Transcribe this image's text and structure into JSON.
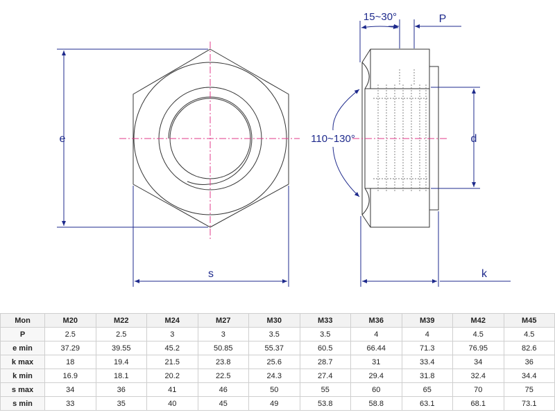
{
  "drawing": {
    "labels": {
      "e": "e",
      "s": "s",
      "angle_top": "15~30°",
      "pitch": "P",
      "angle_side": "110~130°",
      "d": "d",
      "k": "k"
    },
    "colors": {
      "outline": "#333333",
      "dimension": "#1e2a8c",
      "centerline": "#e0388a"
    }
  },
  "table": {
    "header": [
      "Mon",
      "M20",
      "M22",
      "M24",
      "M27",
      "M30",
      "M33",
      "M36",
      "M39",
      "M42",
      "M45"
    ],
    "rows": [
      [
        "P",
        "2.5",
        "2.5",
        "3",
        "3",
        "3.5",
        "3.5",
        "4",
        "4",
        "4.5",
        "4.5"
      ],
      [
        "e min",
        "37.29",
        "39.55",
        "45.2",
        "50.85",
        "55.37",
        "60.5",
        "66.44",
        "71.3",
        "76.95",
        "82.6"
      ],
      [
        "k max",
        "18",
        "19.4",
        "21.5",
        "23.8",
        "25.6",
        "28.7",
        "31",
        "33.4",
        "34",
        "36"
      ],
      [
        "k min",
        "16.9",
        "18.1",
        "20.2",
        "22.5",
        "24.3",
        "27.4",
        "29.4",
        "31.8",
        "32.4",
        "34.4"
      ],
      [
        "s max",
        "34",
        "36",
        "41",
        "46",
        "50",
        "55",
        "60",
        "65",
        "70",
        "75"
      ],
      [
        "s min",
        "33",
        "35",
        "40",
        "45",
        "49",
        "53.8",
        "58.8",
        "63.1",
        "68.1",
        "73.1"
      ]
    ]
  }
}
